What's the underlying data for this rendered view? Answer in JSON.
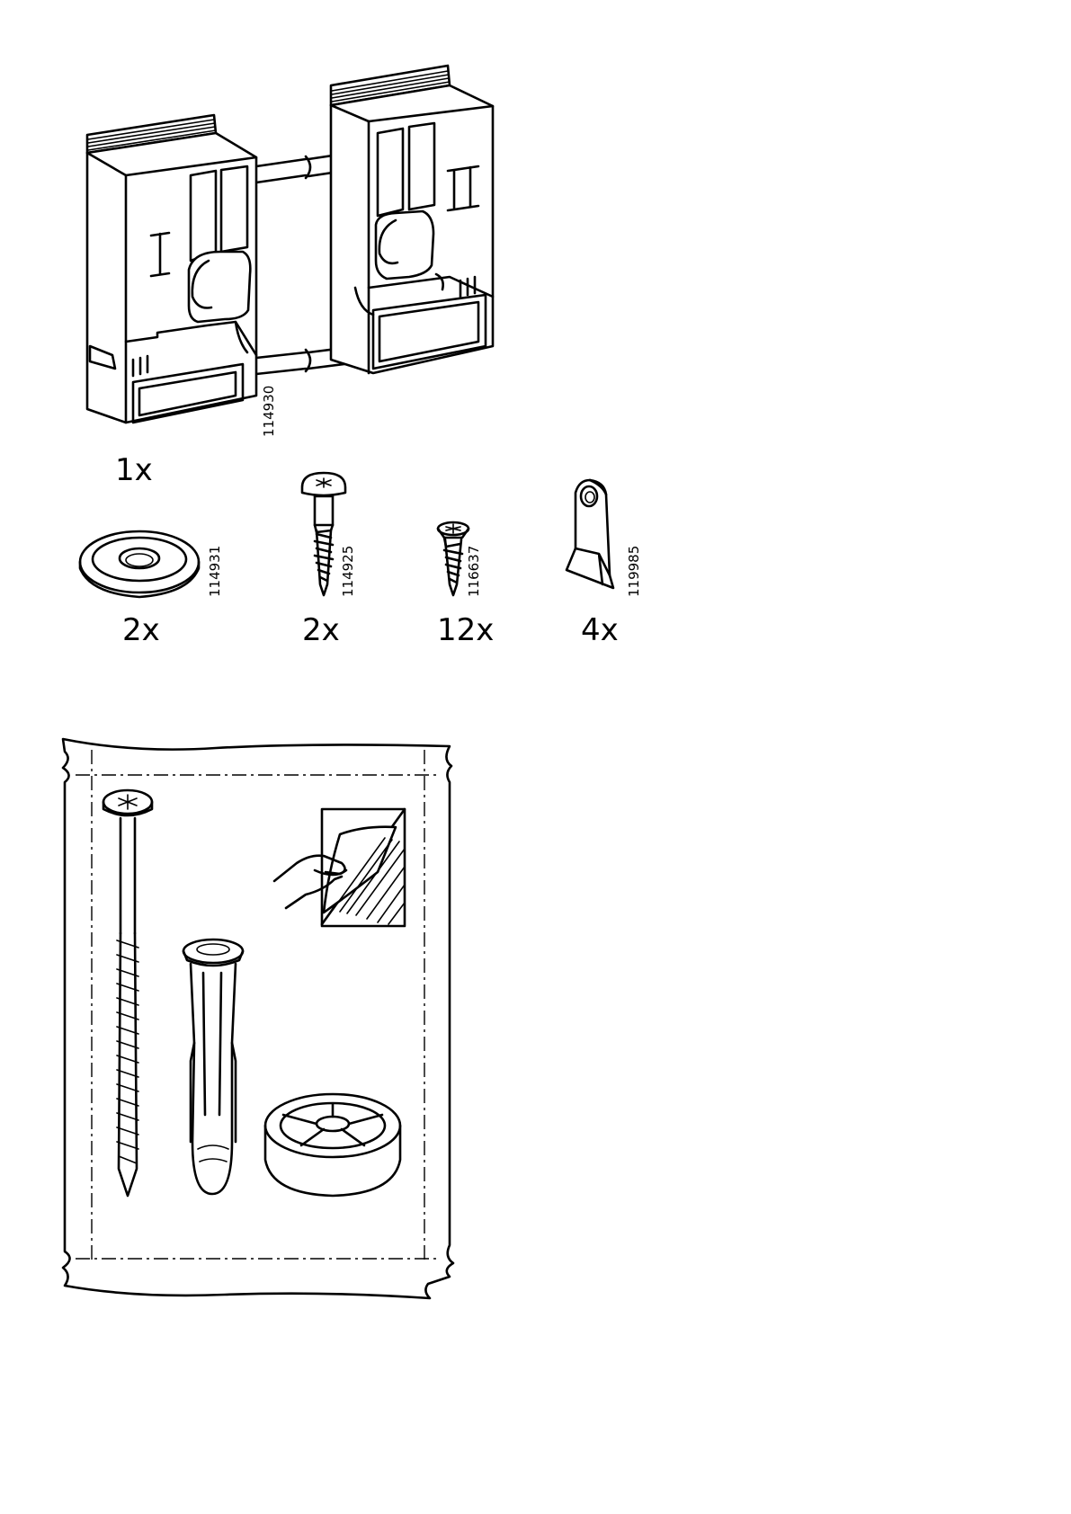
{
  "parts": [
    {
      "id": "bracket",
      "article": "114930",
      "quantity": "1x"
    },
    {
      "id": "disc",
      "article": "114931",
      "quantity": "2x"
    },
    {
      "id": "screw-large",
      "article": "114925",
      "quantity": "2x"
    },
    {
      "id": "screw-small",
      "article": "116637",
      "quantity": "12x"
    },
    {
      "id": "tab",
      "article": "119985",
      "quantity": "4x"
    }
  ],
  "bag": {
    "contents": [
      "long-screw-icon",
      "wall-plug-icon",
      "round-spacer-icon"
    ],
    "sticker": "peel-sticker-icon"
  }
}
